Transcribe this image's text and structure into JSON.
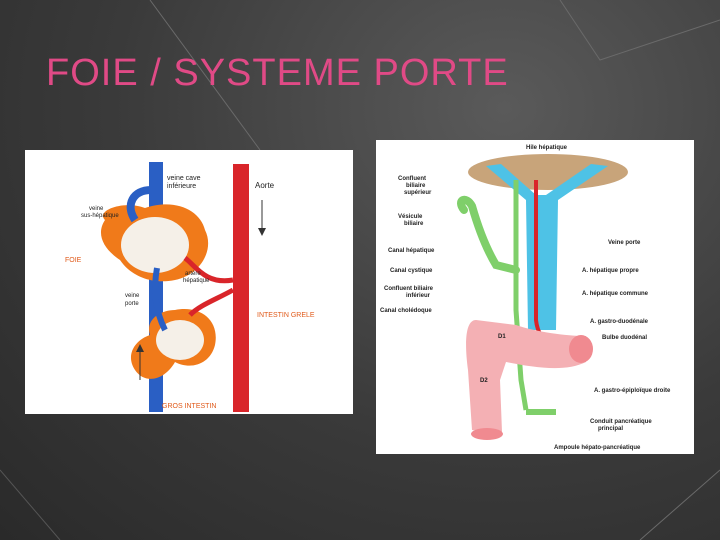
{
  "slide": {
    "title": "FOIE / SYSTEME PORTE"
  },
  "left_diagram": {
    "labels": {
      "veine_cave": "veine cave",
      "inferieure": "inférieure",
      "aorte": "Aorte",
      "veine": "veine",
      "sus_hepatique": "sus-hépatique",
      "foie": "FOIE",
      "artere": "artère",
      "hepatique": "hépatique",
      "veine2": "veine",
      "porte": "porte",
      "intestin_grele": "INTESTIN GRELE",
      "gros_intestin": "GROS INTESTIN"
    },
    "colors": {
      "vein": "#2a5fc4",
      "artery": "#d9252a",
      "organ": "#f07a1a"
    }
  },
  "right_diagram": {
    "labels": {
      "hile": "Hile hépatique",
      "confluent_sup_1": "Confluent",
      "confluent_sup_2": "biliaire",
      "confluent_sup_3": "supérieur",
      "vesicule_1": "Vésicule",
      "vesicule_2": "biliaire",
      "canal_hepatique": "Canal hépatique",
      "canal_cystique": "Canal cystique",
      "confluent_inf_1": "Confluent biliaire",
      "confluent_inf_2": "inférieur",
      "canal_choledoque": "Canal cholédoque",
      "veine_porte": "Veine porte",
      "a_hep_propre": "A. hépatique propre",
      "a_hep_commune": "A. hépatique commune",
      "a_gastro_duod": "A. gastro-duodénale",
      "bulbe": "Bulbe duodénal",
      "d1": "D1",
      "d2": "D2",
      "a_gastro_epip": "A. gastro-épiploïque droite",
      "conduit_1": "Conduit pancréatique",
      "conduit_2": "principal",
      "ampoule": "Ampoule hépato-pancréatique"
    }
  }
}
